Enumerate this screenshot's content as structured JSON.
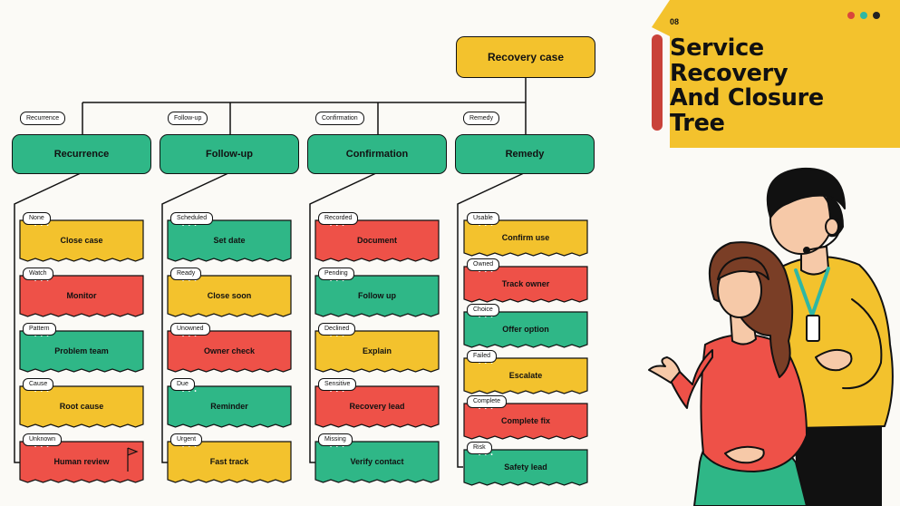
{
  "slide_number": "08",
  "title_lines": [
    "Service",
    "Recovery",
    "And Closure",
    "Tree"
  ],
  "colors": {
    "yellow": "#f3c22d",
    "green": "#2fb787",
    "red": "#ee5148",
    "accent": "#c9423a",
    "background": "#fbfaf6"
  },
  "header_dots": [
    "#d9463c",
    "#2fb7a4",
    "#222222"
  ],
  "root": {
    "label": "Recovery case"
  },
  "branches": [
    {
      "tag": "Recurrence",
      "label": "Recurrence",
      "leaves": [
        {
          "tag": "None",
          "label": "Close case",
          "color": "yellow"
        },
        {
          "tag": "Watch",
          "label": "Monitor",
          "color": "red"
        },
        {
          "tag": "Pattern",
          "label": "Problem team",
          "color": "green"
        },
        {
          "tag": "Cause",
          "label": "Root cause",
          "color": "yellow"
        },
        {
          "tag": "Unknown",
          "label": "Human review",
          "color": "red",
          "flag": true
        }
      ]
    },
    {
      "tag": "Follow-up",
      "label": "Follow-up",
      "leaves": [
        {
          "tag": "Scheduled",
          "label": "Set date",
          "color": "green"
        },
        {
          "tag": "Ready",
          "label": "Close soon",
          "color": "yellow"
        },
        {
          "tag": "Unowned",
          "label": "Owner check",
          "color": "red"
        },
        {
          "tag": "Due",
          "label": "Reminder",
          "color": "green"
        },
        {
          "tag": "Urgent",
          "label": "Fast track",
          "color": "yellow"
        }
      ]
    },
    {
      "tag": "Confirmation",
      "label": "Confirmation",
      "leaves": [
        {
          "tag": "Recorded",
          "label": "Document",
          "color": "red"
        },
        {
          "tag": "Pending",
          "label": "Follow up",
          "color": "green"
        },
        {
          "tag": "Declined",
          "label": "Explain",
          "color": "yellow"
        },
        {
          "tag": "Sensitive",
          "label": "Recovery lead",
          "color": "red"
        },
        {
          "tag": "Missing",
          "label": "Verify contact",
          "color": "green"
        }
      ]
    },
    {
      "tag": "Remedy",
      "label": "Remedy",
      "leaves": [
        {
          "tag": "Usable",
          "label": "Confirm use",
          "color": "yellow"
        },
        {
          "tag": "Owned",
          "label": "Track owner",
          "color": "red"
        },
        {
          "tag": "Choice",
          "label": "Offer option",
          "color": "green"
        },
        {
          "tag": "Failed",
          "label": "Escalate",
          "color": "yellow"
        },
        {
          "tag": "Complete",
          "label": "Complete fix",
          "color": "red"
        },
        {
          "tag": "Risk",
          "label": "Safety lead",
          "color": "green"
        }
      ]
    }
  ]
}
